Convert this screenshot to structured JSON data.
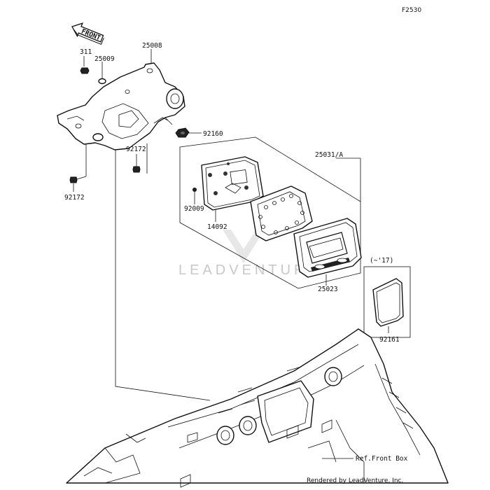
{
  "figure_code": "F2530",
  "front_arrow_label": "FRONT",
  "watermark": "LEADVENTURE",
  "footer": "Rendered by LeadVenture, Inc.",
  "ref_note": "Ref.Front Box",
  "kit_variant": "(~'17)",
  "callouts": {
    "c311": "311",
    "c25009": "25009",
    "c25008": "25008",
    "c92160": "92160",
    "c92172a": "92172",
    "c92172b": "92172",
    "c25031": "25031/A",
    "c92009": "92009",
    "c14092": "14092",
    "c25023": "25023",
    "c92161": "92161"
  },
  "icons": {
    "front_arrow": "arrow-front-icon",
    "watermark_logo": "leadventure-logo-icon"
  }
}
